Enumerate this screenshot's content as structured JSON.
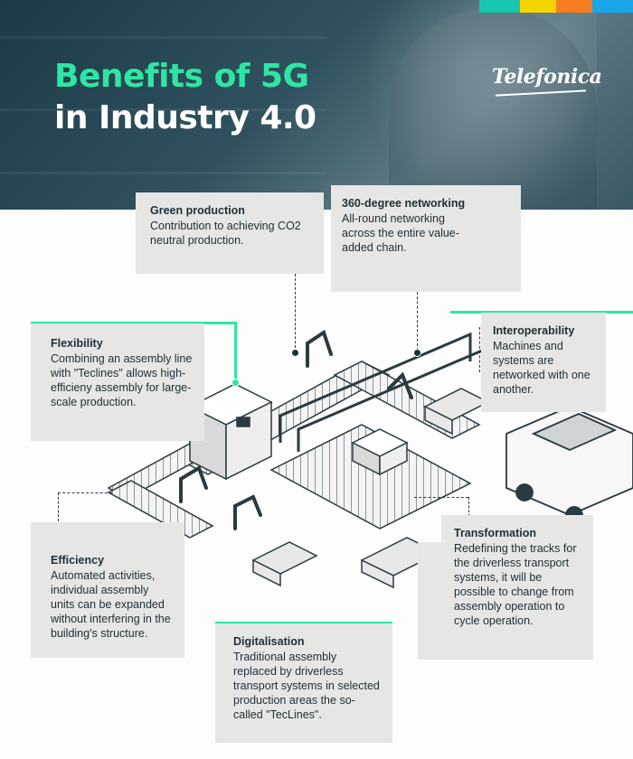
{
  "header": {
    "title_line1": "Benefits of 5G",
    "title_line2": "in Industry 4.0",
    "logo": "Telefonica"
  },
  "colors": {
    "accent_green": "#2ee6a3",
    "header_dark": "#1c3a47",
    "card_gray": "#e6e6e4",
    "text_dark": "#1e2f36",
    "bar_teal": "#17c6b0",
    "bar_yellow": "#f4d400",
    "bar_orange": "#f57c1f",
    "bar_blue": "#19a6e8"
  },
  "benefits": {
    "green_production": {
      "heading": "Green production",
      "body": "Contribution to achieving CO2 neutral production."
    },
    "networking": {
      "heading": "360-degree networking",
      "body": "All-round networking across the entire value-added chain."
    },
    "flexibility": {
      "heading": "Flexibility",
      "body": "Combining an assembly line with \"Teclines\" allows high-efficieny assembly for large-scale production."
    },
    "interoperability": {
      "heading": "Interoperability",
      "body": "Machines and systems are networked with one another."
    },
    "transformation": {
      "heading": "Transformation",
      "body": "Redefining the tracks for the driverless transport systems, it will be possible to change from assembly operation to cycle operation."
    },
    "efficiency": {
      "heading": "Efficiency",
      "body": "Automated activities, individual assembly units can be expanded without interfering in the building's structure."
    },
    "digitalisation": {
      "heading": "Digitalisation",
      "body": "Traditional assembly replaced by driverless transport systems in selected production areas the so-called \"TecLines\"."
    }
  },
  "illustration": {
    "icons": [
      "factory-line-illustration",
      "robot-arm-icon",
      "agv-vehicle-icon",
      "conveyor-belt-icon"
    ]
  }
}
